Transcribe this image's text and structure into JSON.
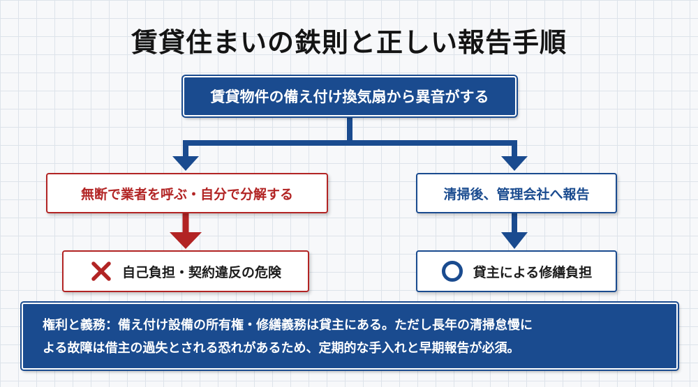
{
  "title": "賃貸住まいの鉄則と正しい報告手順",
  "top_box": {
    "text": "賃貸物件の備え付け換気扇から異音がする"
  },
  "left_branch": {
    "action": "無断で業者を呼ぶ・自分で分解する",
    "result": "自己負担・契約違反の危険",
    "result_icon": "cross-mark-icon",
    "color": "#b22424"
  },
  "right_branch": {
    "action": "清掃後、管理会社へ報告",
    "result": "貸主による修繕負担",
    "result_icon": "circle-mark-icon",
    "color": "#1a4b8f"
  },
  "footer": {
    "line1": "権利と義務：備え付け設備の所有権・修繕義務は貸主にある。ただし長年の清掃怠慢に",
    "line2": "よる故障は借主の過失とされる恐れがあるため、定期的な手入れと早期報告が必須。"
  },
  "colors": {
    "brand_blue": "#1a4b8f",
    "warning_red": "#b22424"
  }
}
